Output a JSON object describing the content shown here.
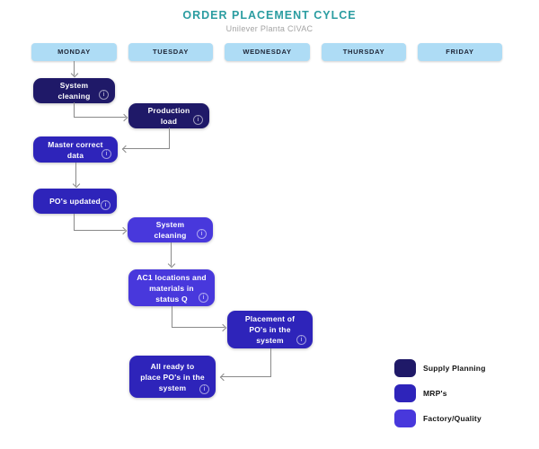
{
  "header": {
    "title": "ORDER PLACEMENT CYLCE",
    "subtitle": "Unilever Planta CIVAC"
  },
  "days": [
    "MONDAY",
    "TUESDAY",
    "WEDNESDAY",
    "THURSDAY",
    "FRIDAY"
  ],
  "nodes": [
    {
      "id": "system-cleaning-1",
      "text": "System\ncleaning",
      "role": "supply"
    },
    {
      "id": "production-load",
      "text": "Production\nload",
      "role": "supply"
    },
    {
      "id": "master-correct-data",
      "text": "Master correct\ndata",
      "role": "mrp"
    },
    {
      "id": "pos-updated",
      "text": "PO's updated",
      "role": "mrp"
    },
    {
      "id": "system-cleaning-2",
      "text": "System\ncleaning",
      "role": "factory"
    },
    {
      "id": "ac1-locations",
      "text": "AC1 locations and\nmaterials in\nstatus Q",
      "role": "factory"
    },
    {
      "id": "placement-pos",
      "text": "Placement of\nPO's in the\nsystem",
      "role": "mrp"
    },
    {
      "id": "all-ready",
      "text": "All ready to\nplace PO's in the\nsystem",
      "role": "mrp"
    }
  ],
  "legend": [
    {
      "label": "Supply Planning",
      "role": "supply"
    },
    {
      "label": "MRP's",
      "role": "mrp"
    },
    {
      "label": "Factory/Quality",
      "role": "factory"
    }
  ],
  "info_icon_glyph": "i",
  "colors": {
    "supply": "#1f1968",
    "mrp": "#2e24ba",
    "factory": "#4838dc",
    "day": "#aedcf5",
    "title": "#2b9da1",
    "arrow": "#8a8a8a"
  }
}
